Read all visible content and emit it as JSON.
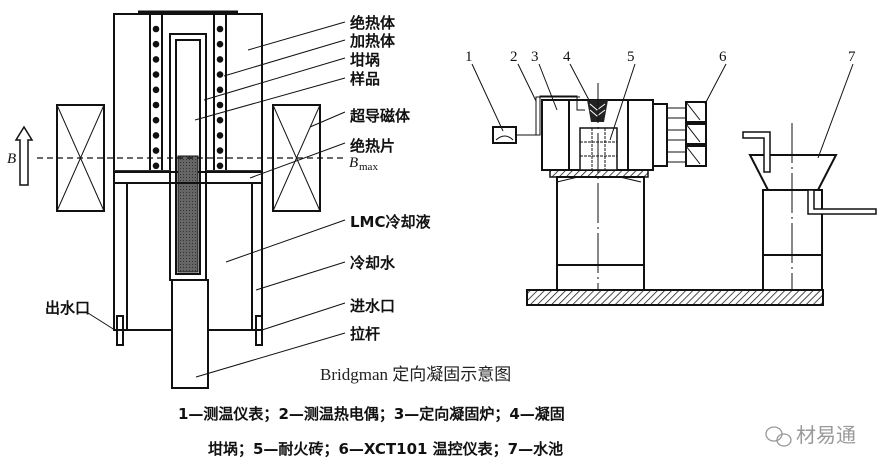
{
  "left_diagram": {
    "labels": {
      "insulator": "绝热体",
      "heater": "加热体",
      "crucible": "坩埚",
      "sample": "样品",
      "superconducting_magnet": "超导磁体",
      "insulation_plate": "绝热片",
      "bmax": "B",
      "bmax_sub": "max",
      "lmc_coolant": "LMC冷却液",
      "cooling_water": "冷却水",
      "water_inlet": "进水口",
      "pull_rod": "拉杆",
      "water_outlet": "出水口",
      "field": "B"
    }
  },
  "right_diagram": {
    "numbers": [
      "1",
      "2",
      "3",
      "4",
      "5",
      "6",
      "7"
    ]
  },
  "caption": "Bridgman 定向凝固示意图",
  "legend": {
    "line1": "1—测温仪表；2—测温热电偶；3—定向凝固炉；4—凝固",
    "line2": "坩埚；5—耐火砖；6—XCT101 温控仪表；7—水池"
  },
  "watermark": "材易通",
  "colors": {
    "ink": "#111111",
    "sample": "#555555",
    "watermark": "#999999"
  }
}
